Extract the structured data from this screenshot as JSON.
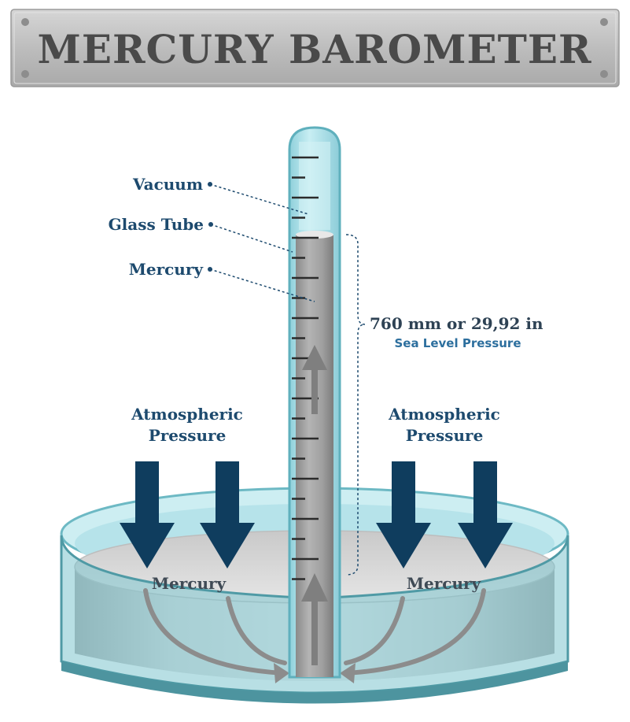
{
  "title": "MERCURY BAROMETER",
  "labels": {
    "vacuum": "Vacuum",
    "glass_tube": "Glass Tube",
    "mercury_column": "Mercury",
    "height_value": "760 mm or 29,92 in",
    "height_caption": "Sea Level Pressure",
    "atm_left_line1": "Atmospheric",
    "atm_left_line2": "Pressure",
    "atm_right_line1": "Atmospheric",
    "atm_right_line2": "Pressure",
    "mercury_left": "Mercury",
    "mercury_right": "Mercury"
  },
  "colors": {
    "plate": "#b9b9b9",
    "title": "#4a4a4a",
    "label_blue": "#1d4a6e",
    "arrow_blue": "#0f3d5e",
    "glass": "#a8dde6",
    "mercury": "#9a9a9a"
  },
  "icons": {
    "pressure_arrows": "arrow-down-icon",
    "flow_arrows": "curved-arrow-icon"
  }
}
